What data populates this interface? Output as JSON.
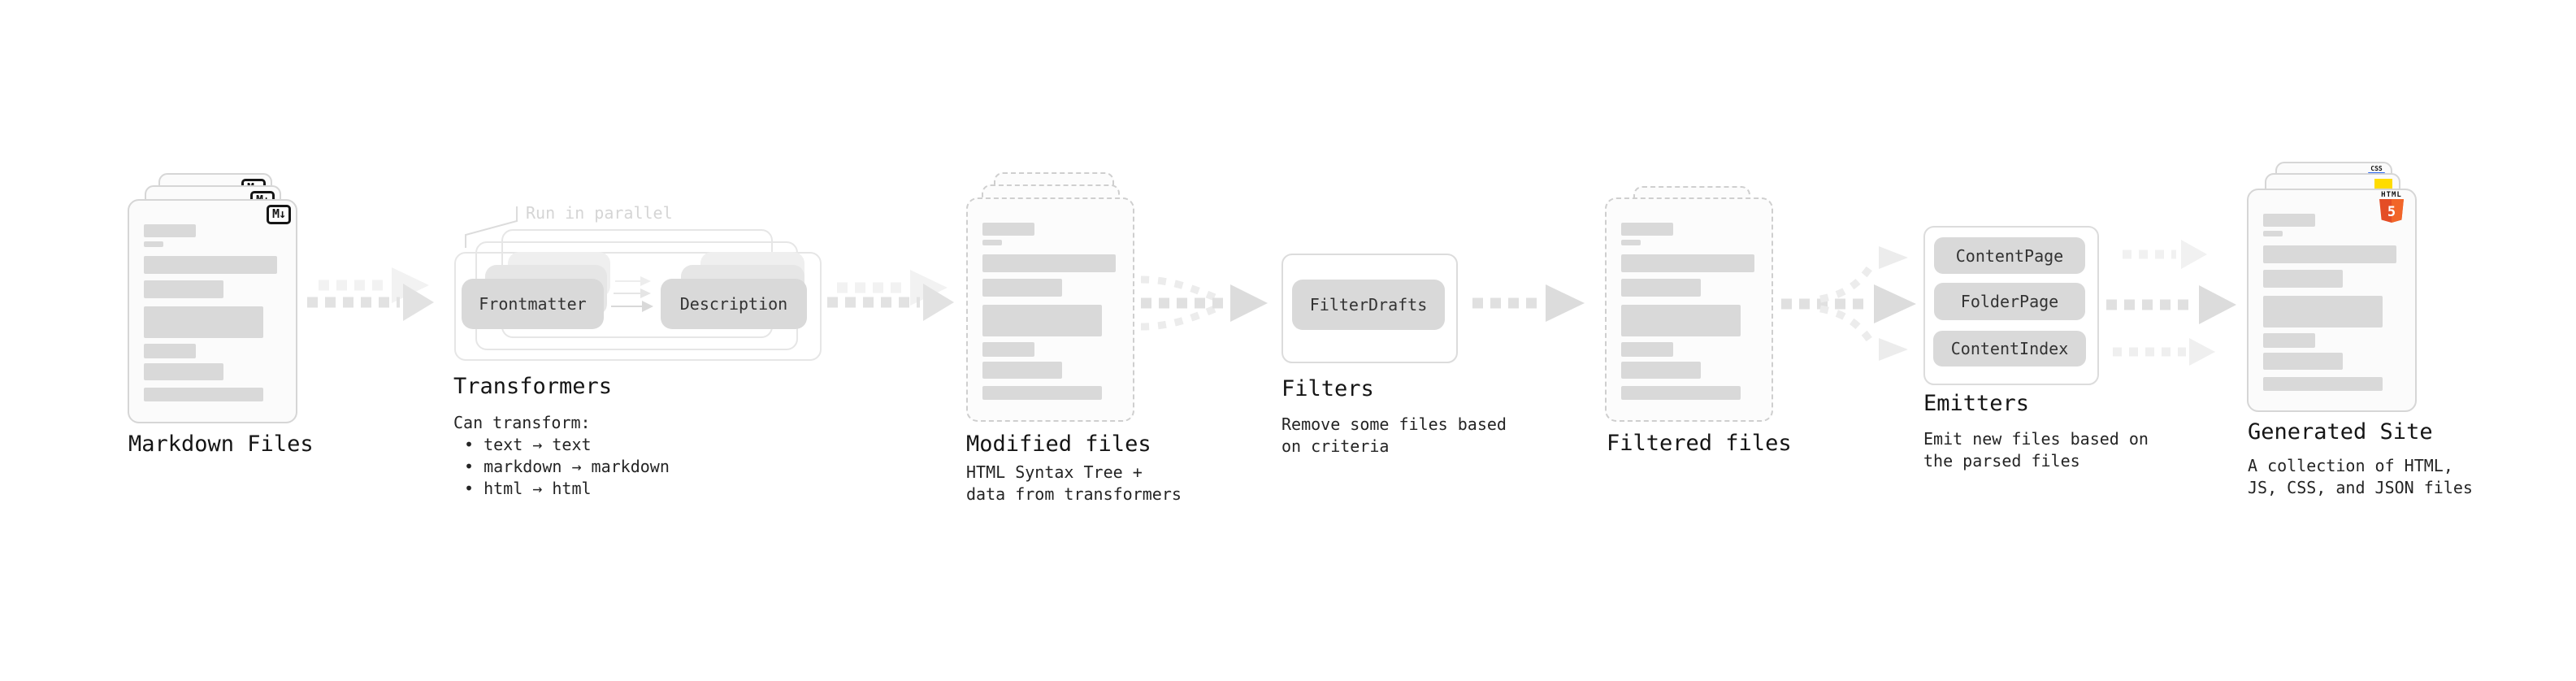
{
  "pipeline": {
    "markdown": {
      "title": "Markdown Files",
      "badge": "M↓"
    },
    "transformers": {
      "title": "Transformers",
      "annotation": "Run in parallel",
      "pill_left": "Frontmatter",
      "pill_right": "Description",
      "desc1": "Can transform:",
      "desc2": "• text → text",
      "desc3": "• markdown → markdown",
      "desc4": "• html → html"
    },
    "modified": {
      "title": "Modified files",
      "desc1": "HTML Syntax Tree +",
      "desc2": "data from transformers"
    },
    "filters": {
      "title": "Filters",
      "pill": "FilterDrafts",
      "desc1": "Remove some files based",
      "desc2": "on criteria"
    },
    "filtered": {
      "title": "Filtered files"
    },
    "emitters": {
      "title": "Emitters",
      "pill1": "ContentPage",
      "pill2": "FolderPage",
      "pill3": "ContentIndex",
      "desc1": "Emit new files based on",
      "desc2": "the parsed files"
    },
    "generated": {
      "title": "Generated Site",
      "desc1": "A collection of HTML,",
      "desc2": "JS, CSS, and JSON files",
      "css_badge": "CSS",
      "html_badge_word": "HTML",
      "html_badge_number": "5"
    }
  },
  "colors": {
    "js_yellow": "#ffdc00",
    "css_blue": "#2965f1",
    "html_orange": "#e44d26",
    "html_orange_light": "#f16529",
    "card_gray_bar": "#d9d9d9",
    "arrow_gray": "#e0e0e0"
  }
}
